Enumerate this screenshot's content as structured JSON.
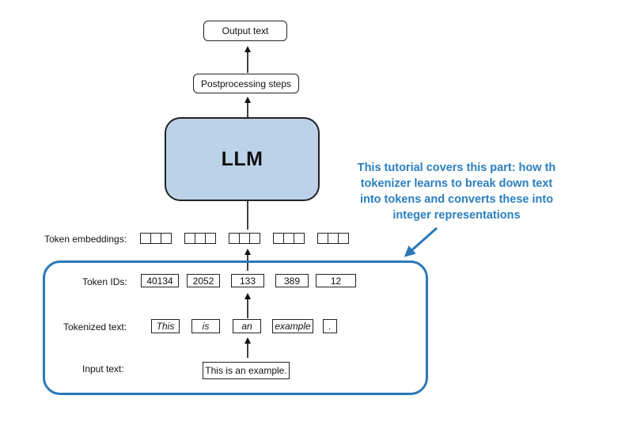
{
  "output_text": "Output text",
  "postprocessing": "Postprocessing steps",
  "llm": "LLM",
  "token_embeddings_label": "Token embeddings:",
  "token_ids_label": "Token IDs:",
  "tokenized_text_label": "Tokenized text:",
  "input_text_label": "Input text:",
  "token_ids": [
    "40134",
    "2052",
    "133",
    "389",
    "12"
  ],
  "tokens": [
    "This",
    "is",
    "an",
    "example",
    "."
  ],
  "input_text": "This is an example.",
  "callout": {
    "line1": "This tutorial covers this part: how th",
    "line2": "tokenizer learns to break down text",
    "line3": "into tokens and converts these into",
    "line4": "integer representations"
  },
  "colors": {
    "llm_fill": "#bcd2e8",
    "highlight": "#2a78b8",
    "callout_text": "#2a7fc0"
  }
}
